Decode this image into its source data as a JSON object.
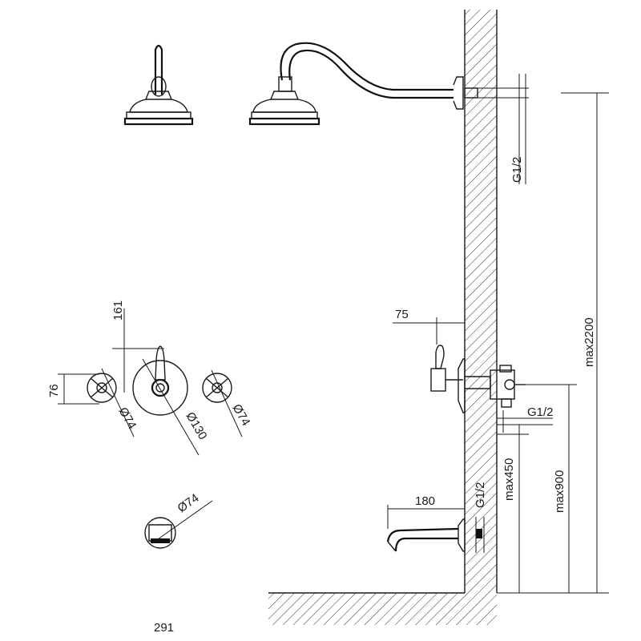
{
  "dimensions": {
    "g12_top": "G1/2",
    "max2200": "max2200",
    "d75": "75",
    "g12_mid": "G1/2",
    "max450": "max450",
    "max900": "max900",
    "d180": "180",
    "g12_low": "G1/2",
    "d161": "161",
    "d76": "76",
    "dia74_left": "Ø74",
    "dia130": "Ø130",
    "dia74_right": "Ø74",
    "dia74_spout": "Ø74"
  },
  "page_number": "291"
}
